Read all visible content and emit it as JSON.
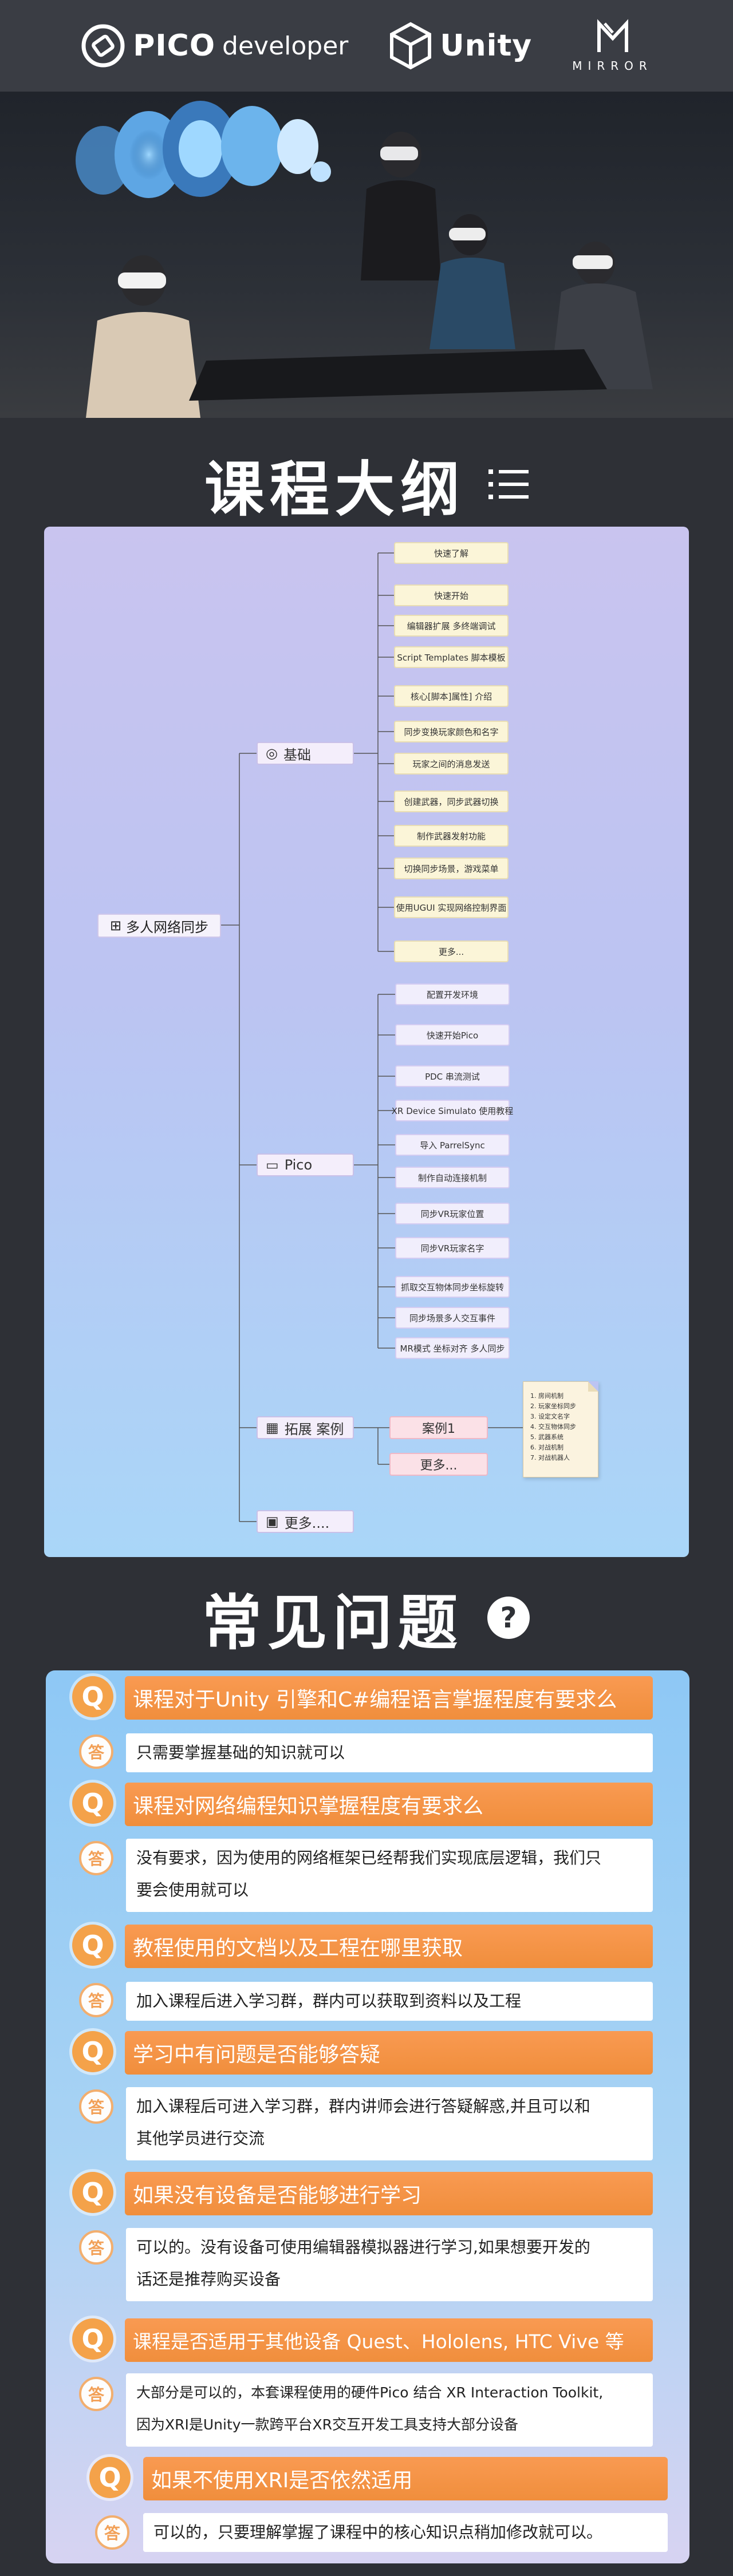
{
  "header": {
    "pico_brand": "PICO",
    "pico_suffix": "developer",
    "unity_label": "Unity",
    "mirror_label": "MIRROR"
  },
  "outline": {
    "title": "课程大纲",
    "root": "多人网络同步",
    "branches": {
      "basic": {
        "label": "基础",
        "items": [
          "快速了解",
          "快速开始",
          "编辑器扩展 多终端调试",
          "Script Templates 脚本模板",
          "核心[脚本]属性] 介绍",
          "同步变换玩家颜色和名字",
          "玩家之间的消息发送",
          "创建武器，同步武器切换",
          "制作武器发射功能",
          "切换同步场景，游戏菜单",
          "使用UGUI 实现网络控制界面",
          "更多..."
        ]
      },
      "pico": {
        "label": "Pico",
        "items": [
          "配置开发环境",
          "快速开始Pico",
          "PDC 串流测试",
          "XR Device Simulato 使用教程",
          "导入 ParrelSync",
          "制作自动连接机制",
          "同步VR玩家位置",
          "同步VR玩家名字",
          "抓取交互物体同步坐标旋转",
          "同步场景多人交互事件",
          "MR模式 坐标对齐 多人同步"
        ]
      },
      "cases": {
        "label": "拓展 案例",
        "items": [
          "案例1",
          "更多..."
        ],
        "note": [
          "1. 房间机制",
          "2. 玩家坐标同步",
          "3. 设定文名字",
          "4. 交互物体同步",
          "5. 武器系统",
          "6. 对战机制",
          "7. 对战机器人"
        ]
      },
      "more": {
        "label": "更多...."
      }
    }
  },
  "faq": {
    "title": "常见问题",
    "q_mark": "Q",
    "a_mark": "答",
    "items": [
      {
        "q": "课程对于Unity 引擎和C#编程语言掌握程度有要求么",
        "a": [
          "只需要掌握基础的知识就可以"
        ]
      },
      {
        "q": "课程对网络编程知识掌握程度有要求么",
        "a": [
          "没有要求，因为使用的网络框架已经帮我们实现底层逻辑，我们只",
          "要会使用就可以"
        ]
      },
      {
        "q": "教程使用的文档以及工程在哪里获取",
        "a": [
          "加入课程后进入学习群，群内可以获取到资料以及工程"
        ]
      },
      {
        "q": "学习中有问题是否能够答疑",
        "a": [
          "加入课程后可进入学习群，群内讲师会进行答疑解惑,并且可以和",
          "其他学员进行交流"
        ]
      },
      {
        "q": "如果没有设备是否能够进行学习",
        "a": [
          "可以的。没有设备可使用编辑器模拟器进行学习,如果想要开发的",
          "话还是推荐购买设备"
        ]
      },
      {
        "q": "课程是否适用于其他设备 Quest、Hololens, HTC Vive 等",
        "a": [
          "大部分是可以的，本套课程使用的硬件Pico 结合 XR Interaction Toolkit,",
          "因为XRI是Unity一款跨平台XR交互开发工具支持大部分设备"
        ]
      },
      {
        "q": "如果不使用XRI是否依然适用",
        "a": [
          "可以的，只要理解掌握了课程中的核心知识点稍加修改就可以。"
        ]
      }
    ]
  },
  "colors": {
    "accent": "#f08e3c",
    "panel": "#bcc4f2",
    "bg": "#2e3036"
  }
}
